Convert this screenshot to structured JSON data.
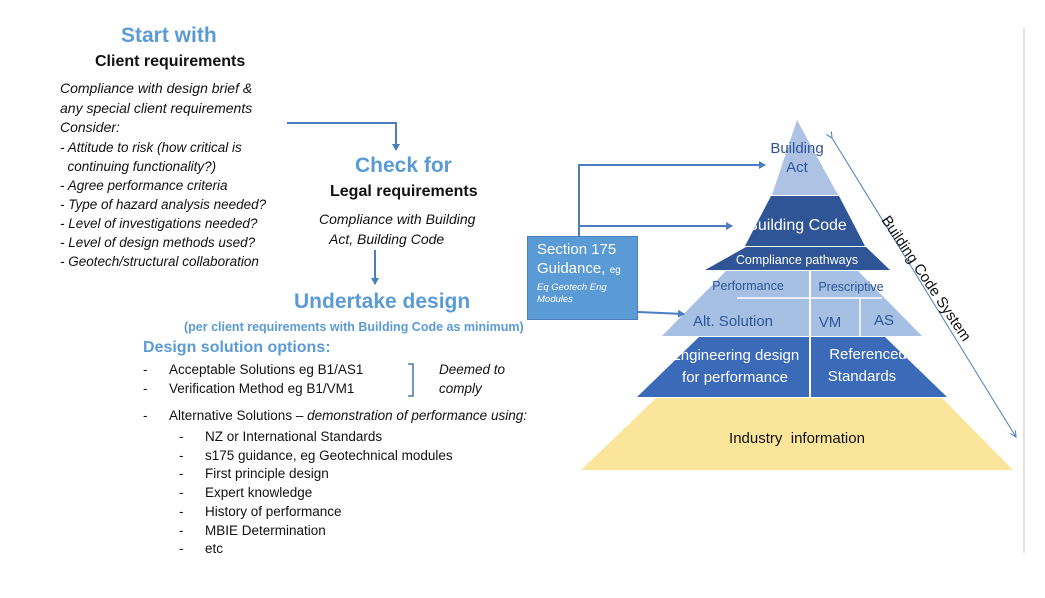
{
  "start": {
    "heading": "Start with",
    "subheading": "Client requirements",
    "intro_line1": "Compliance with design brief &",
    "intro_line2": "any special client requirements",
    "consider": "Consider:",
    "items": [
      "- Attitude to risk (how critical is",
      "  continuing functionality?)",
      "- Agree performance criteria",
      "- Type of hazard analysis needed?",
      "- Level of investigations needed?",
      "- Level of design methods used?",
      "- Geotech/structural collaboration"
    ]
  },
  "check": {
    "heading": "Check for",
    "subheading": "Legal requirements",
    "line1": "Compliance with Building",
    "line2": "Act, Building Code"
  },
  "design": {
    "heading": "Undertake design",
    "subtitle": "(per client requirements with Building Code as minimum)",
    "options_heading": "Design solution options:",
    "options": [
      {
        "dash": "-",
        "label": "Acceptable Solutions eg B1/AS1"
      },
      {
        "dash": "-",
        "label": "Verification Method eg B1/VM1"
      }
    ],
    "deemed_line1": "Deemed to",
    "deemed_line2": "comply",
    "alt_dash": "-",
    "alt_prefix": "Alternative Solutions – ",
    "alt_suffix": "demonstration of performance using:",
    "alt_items": [
      {
        "dash": "-",
        "label": "NZ or International Standards"
      },
      {
        "dash": "-",
        "label": "s175 guidance, eg Geotechnical modules"
      },
      {
        "dash": "-",
        "label": "First principle design"
      },
      {
        "dash": "-",
        "label": "Expert knowledge"
      },
      {
        "dash": "-",
        "label": "History of performance"
      },
      {
        "dash": "-",
        "label": "MBIE Determination"
      },
      {
        "dash": "-",
        "label": "etc"
      }
    ]
  },
  "section175": {
    "line1": "Section 175",
    "line2": "Guidance,",
    "line2_small": "eg",
    "line3": "Eq Geotech Eng",
    "line4": "Modules"
  },
  "pyramid": {
    "act_line1": "Building",
    "act_line2": "Act",
    "code": "Building Code",
    "pathways": "Compliance pathways",
    "performance": "Performance",
    "prescriptive": "Prescriptive",
    "alt_solution": "Alt. Solution",
    "vm": "VM",
    "as": "AS",
    "eng_line1": "Engineering design",
    "eng_line2": "for performance",
    "ref_line1": "Referenced",
    "ref_line2": "Standards",
    "industry": "Industry  information",
    "system_label": "Building Code System",
    "colors": {
      "act": "#aec3e3",
      "code": "#2f5597",
      "pathways": "#2f5597",
      "tier": "#a6c0e4",
      "eng": "#3a6ab8",
      "industry": "#fbe59a",
      "accent": "#4a7ec0"
    }
  }
}
